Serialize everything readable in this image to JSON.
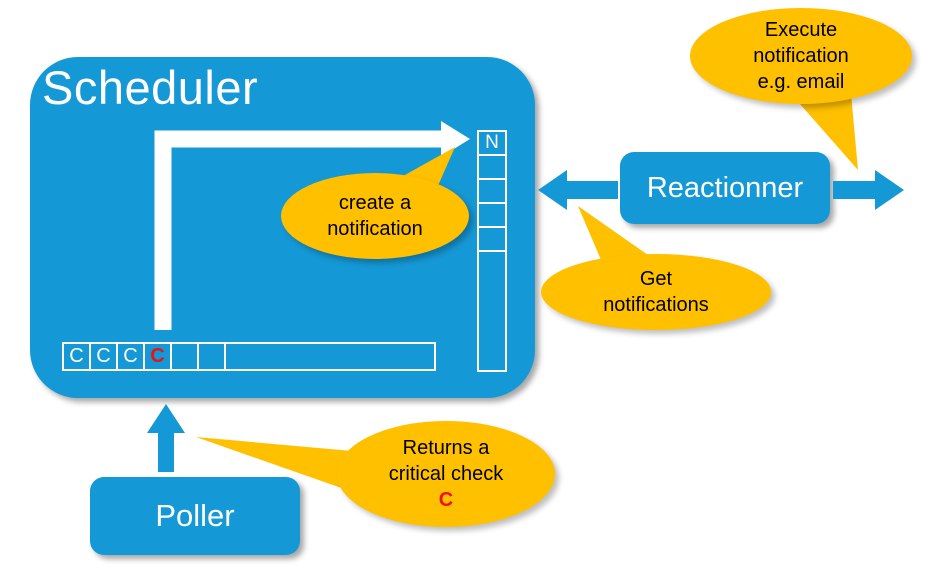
{
  "colors": {
    "blue": "#1598d6",
    "orange": "#ffc000",
    "critical_red": "#ee1111"
  },
  "scheduler": {
    "title": "Scheduler",
    "queue": {
      "head_label": "N"
    },
    "checks": [
      {
        "label": "C",
        "critical": false
      },
      {
        "label": "C",
        "critical": false
      },
      {
        "label": "C",
        "critical": false
      },
      {
        "label": "C",
        "critical": true
      }
    ]
  },
  "reactionner": {
    "label": "Reactionner"
  },
  "poller": {
    "label": "Poller"
  },
  "bubbles": {
    "create_notification": {
      "lines": [
        "create a",
        "notification"
      ]
    },
    "execute_notification": {
      "lines": [
        "Execute",
        "notification",
        "e.g.  email"
      ]
    },
    "get_notifications": {
      "lines": [
        "Get",
        "notifications"
      ]
    },
    "returns_critical": {
      "lines": [
        "Returns a",
        "critical check"
      ],
      "critical_label": "C"
    }
  }
}
